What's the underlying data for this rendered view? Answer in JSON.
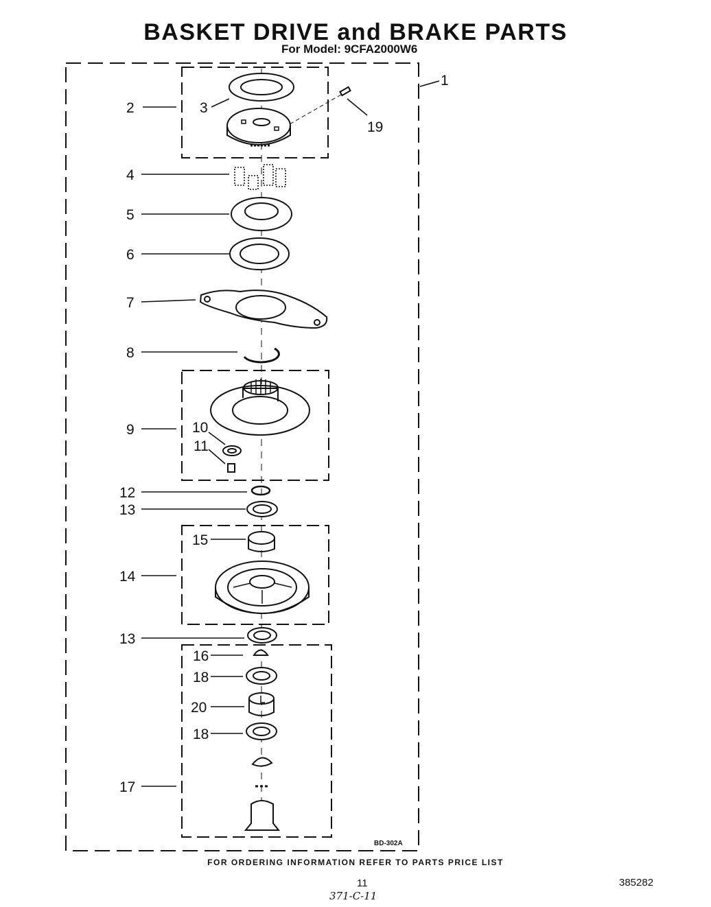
{
  "header": {
    "title": "BASKET DRIVE and BRAKE PARTS",
    "subtitle": "For Model: 9CFA2000W6"
  },
  "callouts": [
    "1",
    "2",
    "3",
    "4",
    "5",
    "6",
    "7",
    "8",
    "9",
    "10",
    "11",
    "12",
    "13",
    "14",
    "15",
    "13",
    "16",
    "18",
    "20",
    "18",
    "17",
    "19"
  ],
  "figure_ref": "BD-302A",
  "footer": {
    "ordering_note": "FOR ORDERING INFORMATION REFER TO PARTS PRICE LIST",
    "page_number": "11",
    "doc_number": "385282",
    "handwritten_note": "371-C-11"
  }
}
